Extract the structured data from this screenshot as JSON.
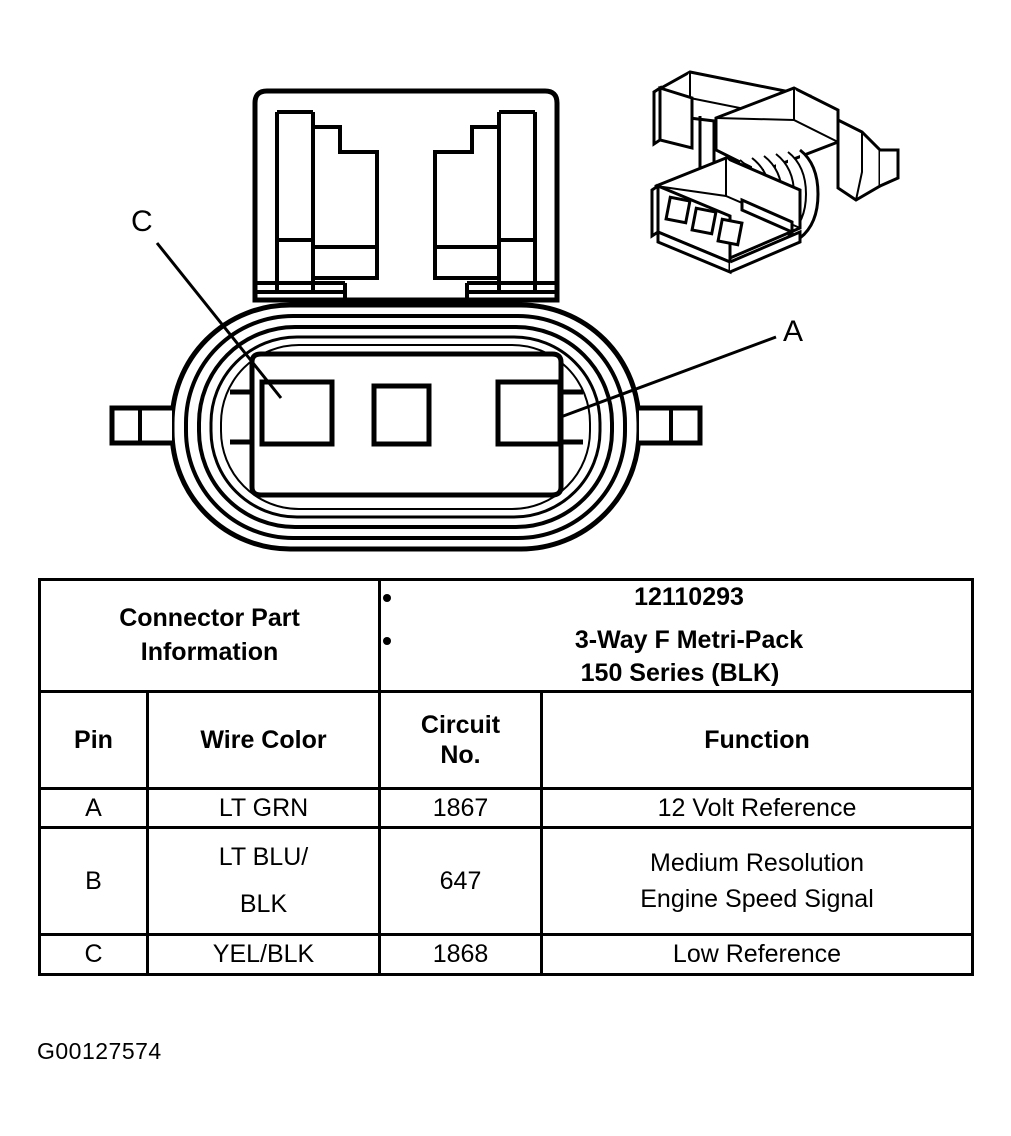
{
  "figure": {
    "caption": "G00127574",
    "callouts": [
      {
        "id": "c",
        "label": "C"
      },
      {
        "id": "a",
        "label": "A"
      }
    ],
    "views": {
      "front_view_name": "connector-front-view",
      "iso_view_name": "connector-isometric-view"
    }
  },
  "table": {
    "connector_part_information": {
      "label_line1": "Connector Part",
      "label_line2": "Information",
      "items": [
        {
          "text": "12110293",
          "sub": ""
        },
        {
          "text": "3-Way F Metri-Pack",
          "sub": "150 Series (BLK)"
        }
      ]
    },
    "headers": {
      "pin": "Pin",
      "wire_color": "Wire Color",
      "circuit_no_line1": "Circuit",
      "circuit_no_line2": "No.",
      "function": "Function"
    },
    "rows": [
      {
        "pin": "A",
        "wire_color": "LT GRN",
        "wire_color_line2": "",
        "circuit_no": "1867",
        "function_line1": "12 Volt Reference",
        "function_line2": ""
      },
      {
        "pin": "B",
        "wire_color": "LT BLU/",
        "wire_color_line2": "BLK",
        "circuit_no": "647",
        "function_line1": "Medium Resolution",
        "function_line2": "Engine Speed Signal"
      },
      {
        "pin": "C",
        "wire_color": "YEL/BLK",
        "wire_color_line2": "",
        "circuit_no": "1868",
        "function_line1": "Low Reference",
        "function_line2": ""
      }
    ]
  },
  "colors": {
    "ink": "#000000",
    "paper": "#ffffff"
  }
}
